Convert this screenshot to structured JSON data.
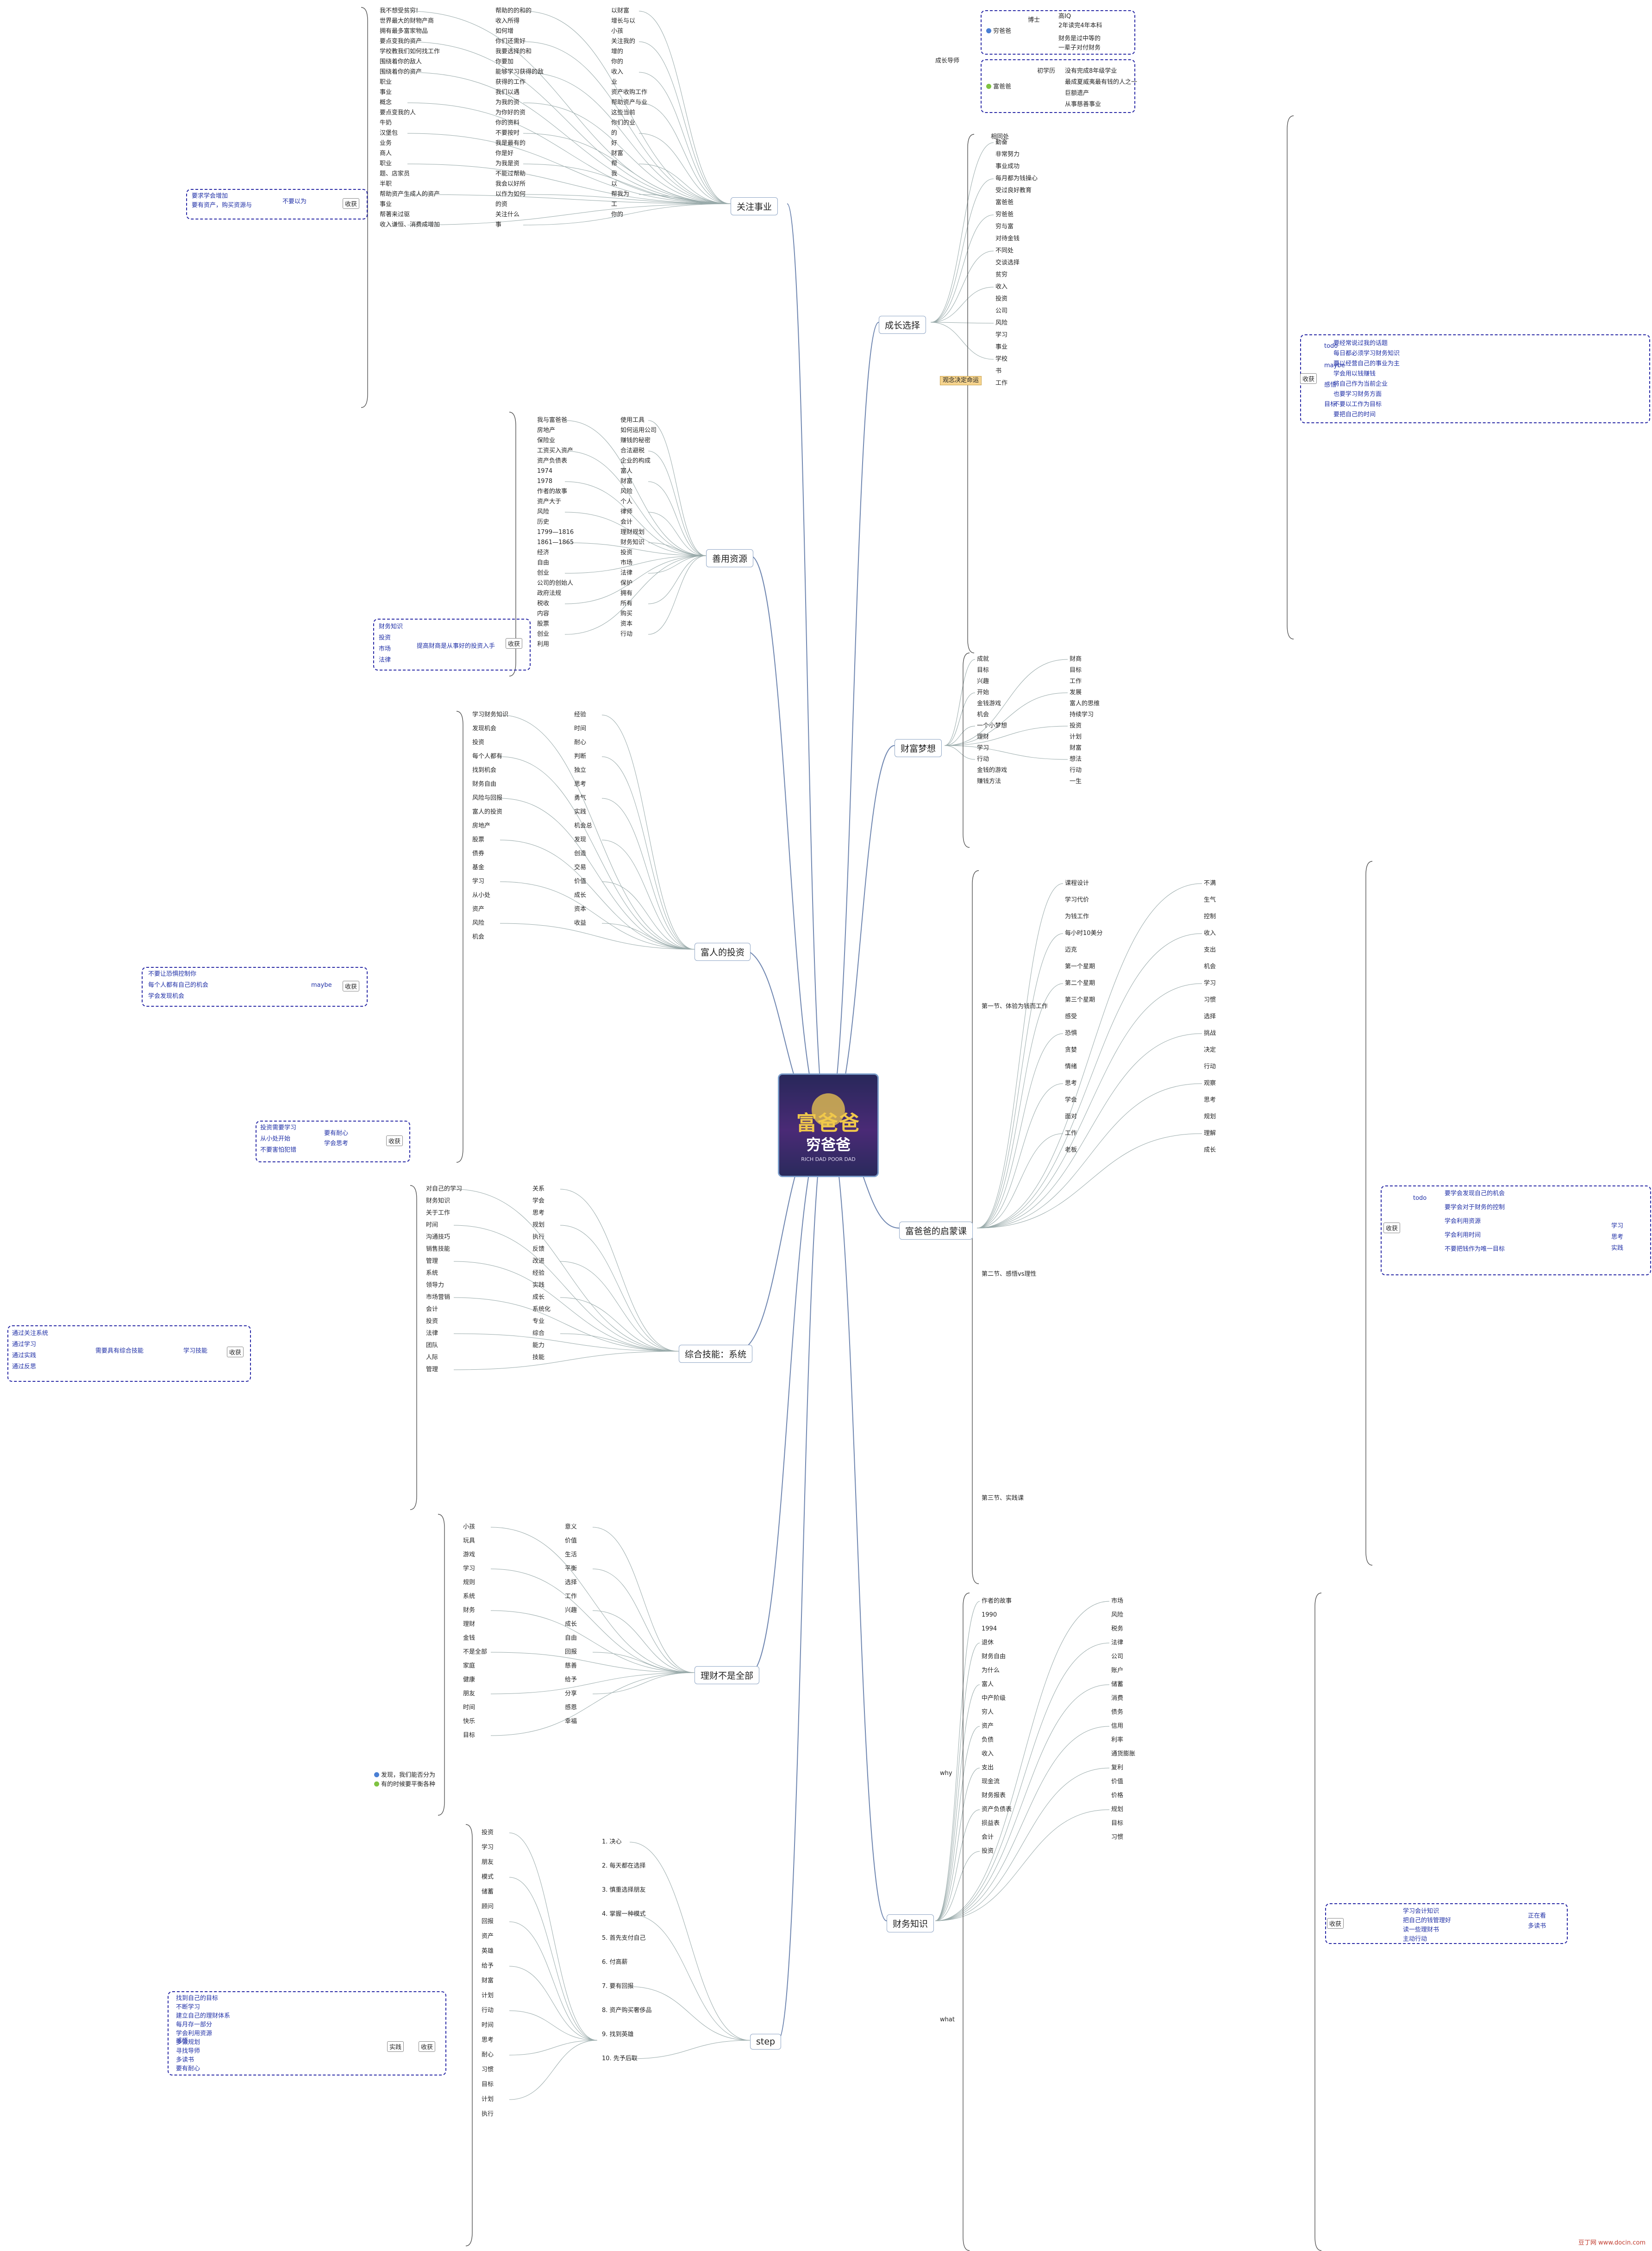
{
  "center": {
    "title_top": "富爸爸",
    "title_bottom": "穷爸爸",
    "subtitle": "RICH DAD POOR DAD"
  },
  "branches": {
    "career": "关注事业",
    "growth": "成长选择",
    "resources": "善用资源",
    "dream": "财富梦想",
    "invest": "富人的投资",
    "enlight": "富爸爸的启蒙课",
    "skills": "综合技能：系统",
    "wealth": "理财不是全部",
    "knowledge": "财务知识",
    "step": "step"
  },
  "career": {
    "items": [
      "我不想受贫穷!",
      "世界最大的财物产商",
      "拥有最多富家物品",
      "要点变我的资产",
      "学校教我们如何找工作",
      "围绕着你的敌人",
      "围绕着你的资产",
      "职业",
      "事业",
      "概念",
      "要点变我的人",
      "牛奶",
      "汉堡包",
      "业务",
      "商人",
      "职业",
      "题、店家员",
      "半职",
      "帮助资产生成人的资产",
      "事业",
      "帮著来过驱",
      "收入谦恒、消费成增加",
      "帮助的的和的",
      "收入所得",
      "如何增",
      "你们还需好",
      "我要选择的和",
      "你要加",
      "能够学习获得的敌",
      "获得的工作",
      "我们以遇",
      "为我的资",
      "为你好的资",
      "你的资料",
      "不要按时",
      "我是最有的",
      "你是好",
      "为我是资",
      "不能过帮助",
      "我会以好所",
      "以作为如何",
      "的资",
      "关注什么",
      "事",
      "以财富",
      "增长与以",
      "小孩",
      "关注我的",
      "增的",
      "你的",
      "收入",
      "业",
      "资产收购工作",
      "帮助资产与业",
      "这些当前",
      "你们的业",
      "的",
      "好",
      "财富",
      "帮",
      "我",
      "以",
      "帮我为",
      "工",
      "你的"
    ],
    "note_box": {
      "lines": [
        "要求学会增加",
        "要有资产，购买资源与",
        "不要以为"
      ],
      "tag": "收获"
    }
  },
  "growth": {
    "section_a": "成长导师",
    "poor_dad": [
      "博士",
      "高IQ",
      "2年读完4年本科",
      "财务是过中等的",
      "一辈子对付财务"
    ],
    "poor_label": "穷爸爸",
    "rich_dad": [
      "初学历",
      "没有完成8年级学业",
      "最成夏威夷最有钱的人之一",
      "巨额遗产",
      "从事慈善事业"
    ],
    "rich_label": "富爸爸",
    "section_b": "相同处",
    "items": [
      "勤奋",
      "非常努力",
      "事业成功",
      "每月都为钱操心",
      "受过良好教育",
      "富爸爸",
      "穷爸爸",
      "穷与富",
      "对待金钱",
      "不同处",
      "交谈选择",
      "贫穷",
      "收入",
      "投资",
      "公司",
      "风险",
      "学习",
      "事业",
      "学校",
      "书",
      "工作"
    ],
    "orange_label": "观念决定命运",
    "todo_box": {
      "rows": [
        "要经常说过我的话题",
        "每日都必须学习财务知识",
        "要以经营自己的事业为主",
        "学会用以钱赚钱",
        "将自己作为当前企业",
        "也要学习财务方面",
        "不要以工作为目标",
        "要把自己的时间"
      ],
      "tags": [
        "todo",
        "maybe",
        "感悟",
        "目标"
      ],
      "outer": "收获"
    }
  },
  "resources": {
    "items": [
      "我与富爸爸",
      "房地产",
      "保险业",
      "工资买入资产",
      "资产负债表",
      "1974",
      "1978",
      "作者的故事",
      "资产大于",
      "风险",
      "历史",
      "1799—1816",
      "1861—1865",
      "经济",
      "自由",
      "创业",
      "公司的创始人",
      "政府法规",
      "税收",
      "内容",
      "股票",
      "创业",
      "利用",
      "使用工具",
      "如何运用公司",
      "赚钱的秘密",
      "合法避税",
      "企业的构成",
      "富人",
      "财富",
      "风险",
      "个人",
      "律师",
      "会计",
      "理财规划",
      "财务知识",
      "投资",
      "市场",
      "法律",
      "保护",
      "拥有",
      "所有",
      "购买",
      "资本",
      "行动"
    ],
    "note_box": {
      "lines": [
        "财务知识",
        "投资",
        "市场",
        "法律"
      ],
      "text": "提高财商是从事好的投资入手",
      "tag": "收获"
    }
  },
  "dream": {
    "items": [
      "成就",
      "目标",
      "兴趣",
      "开始",
      "金钱游戏",
      "机会",
      "一个小梦想",
      "理财",
      "学习",
      "行动",
      "金钱的游戏",
      "赚钱方法",
      "财商",
      "目标",
      "工作",
      "发展",
      "富人的思维",
      "持续学习",
      "投资",
      "计划",
      "财富",
      "想法",
      "行动",
      "一生"
    ]
  },
  "invest": {
    "items": [
      "学习财务知识",
      "发现机会",
      "投资",
      "每个人都有",
      "找到机会",
      "财务自由",
      "风险与回报",
      "富人的投资",
      "房地产",
      "股票",
      "债券",
      "基金",
      "学习",
      "从小处",
      "资产",
      "风险",
      "机会",
      "经验",
      "时间",
      "耐心",
      "判断",
      "独立",
      "思考",
      "勇气",
      "实践",
      "机会总",
      "发现",
      "创造",
      "交易",
      "价值",
      "成长",
      "资本",
      "收益"
    ],
    "note_box_a": {
      "lines": [
        "不要让恐惧控制你",
        "每个人都有自己的机会",
        "学会发现机会"
      ],
      "right": "maybe",
      "tag": "收获"
    },
    "note_box_b": {
      "lines": [
        "投资需要学习",
        "从小处开始",
        "不要害怕犯错"
      ],
      "right": [
        "要有耐心",
        "学会思考"
      ],
      "tag": "收获"
    }
  },
  "enlight": {
    "section1": "第一节、体验为钱而工作",
    "section2": "第二节、感悟vs理性",
    "section3": "第三节、实践课",
    "items": [
      "课程设计",
      "学习代价",
      "为钱工作",
      "每小时10美分",
      "迈克",
      "第一个星期",
      "第二个星期",
      "第三个星期",
      "感受",
      "恐惧",
      "贪婪",
      "情绪",
      "思考",
      "学会",
      "面对",
      "工作",
      "老板",
      "不满",
      "生气",
      "控制",
      "收入",
      "支出",
      "机会",
      "学习",
      "习惯",
      "选择",
      "挑战",
      "决定",
      "行动",
      "观察",
      "思考",
      "规划",
      "理解",
      "成长"
    ],
    "note_box": {
      "lines": [
        "要学会发现自己的机会",
        "要学会对于财务的控制",
        "学会利用资源",
        "学会利用时间",
        "不要把钱作为唯一目标"
      ],
      "tags": [
        "todo",
        "收获"
      ],
      "right": [
        "学习",
        "思考",
        "实践"
      ]
    }
  },
  "skills": {
    "items": [
      "对自己的学习",
      "财务知识",
      "关于工作",
      "时间",
      "沟通技巧",
      "销售技能",
      "管理",
      "系统",
      "领导力",
      "市场营销",
      "会计",
      "投资",
      "法律",
      "团队",
      "人际",
      "管理",
      "关系",
      "学会",
      "思考",
      "规划",
      "执行",
      "反馈",
      "改进",
      "经验",
      "实践",
      "成长",
      "系统化",
      "专业",
      "综合",
      "能力",
      "技能"
    ],
    "note_box": {
      "lines": [
        "通过关注系统",
        "通过学习",
        "通过实践",
        "通过反思"
      ],
      "text": "需要具有综合技能",
      "right": "学习技能",
      "tag": "收获"
    }
  },
  "wealth": {
    "items": [
      "小孩",
      "玩具",
      "游戏",
      "学习",
      "规则",
      "系统",
      "财务",
      "理财",
      "金钱",
      "不是全部",
      "家庭",
      "健康",
      "朋友",
      "时间",
      "快乐",
      "目标",
      "意义",
      "价值",
      "生活",
      "平衡",
      "选择",
      "工作",
      "兴趣",
      "成长",
      "自由",
      "回报",
      "慈善",
      "给予",
      "分享",
      "感恩",
      "幸福"
    ],
    "tip_lines": [
      "发现，我们能否分为",
      "有的时候要平衡各种"
    ]
  },
  "knowledge": {
    "why": "why",
    "what": "what",
    "items": [
      "作者的故事",
      "1990",
      "1994",
      "退休",
      "财务自由",
      "为什么",
      "富人",
      "中产阶级",
      "穷人",
      "资产",
      "负债",
      "收入",
      "支出",
      "现金流",
      "财务报表",
      "资产负债表",
      "损益表",
      "会计",
      "投资",
      "市场",
      "风险",
      "税务",
      "法律",
      "公司",
      "账户",
      "储蓄",
      "消费",
      "债务",
      "信用",
      "利率",
      "通货膨胀",
      "复利",
      "价值",
      "价格",
      "规划",
      "目标",
      "习惯"
    ],
    "note_box": {
      "lines": [
        "学习会计知识",
        "把自己的钱管理好",
        "读一些理财书",
        "主动行动"
      ],
      "tag": "收获",
      "right": [
        "正在看",
        "多读书"
      ]
    }
  },
  "step": {
    "items": [
      "1. 决心",
      "2. 每天都在选择",
      "3. 慎重选择朋友",
      "4. 掌握一种模式",
      "5. 首先支付自己",
      "6. 付高薪",
      "7. 要有回报",
      "8. 资产购买奢侈品",
      "9. 找到英雄",
      "10. 先予后取"
    ],
    "sub": [
      "投资",
      "学习",
      "朋友",
      "模式",
      "储蓄",
      "顾问",
      "回报",
      "资产",
      "英雄",
      "给予",
      "财富",
      "计划",
      "行动",
      "时间",
      "思考",
      "耐心",
      "习惯",
      "目标",
      "计划",
      "执行"
    ],
    "note_box": {
      "lines": [
        "找到自己的目标",
        "不断学习",
        "建立自己的理财体系",
        "每月存一部分",
        "学会利用资源",
        "多做规划",
        "寻找导师",
        "多读书",
        "要有耐心"
      ],
      "tags": [
        "感悟",
        "收获",
        "实践"
      ]
    }
  },
  "watermark": "豆丁网 www.docin.com"
}
